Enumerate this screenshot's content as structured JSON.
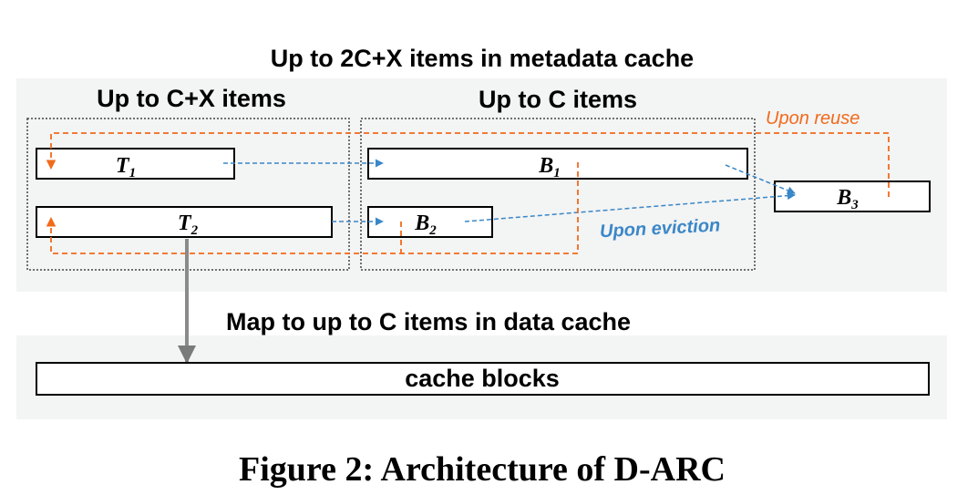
{
  "labels": {
    "top": "Up to 2C+X items in metadata cache",
    "left_group": "Up to C+X items",
    "right_group": "Up to C items",
    "data_cache": "Map to up to C items in data cache",
    "cache_blocks": "cache blocks"
  },
  "boxes": {
    "t1": {
      "letter": "T",
      "sub": "1"
    },
    "t2": {
      "letter": "T",
      "sub": "2"
    },
    "b1": {
      "letter": "B",
      "sub": "1"
    },
    "b2": {
      "letter": "B",
      "sub": "2"
    },
    "b3": {
      "letter": "B",
      "sub": "3"
    }
  },
  "annotations": {
    "reuse": "Upon reuse",
    "eviction": "Upon eviction"
  },
  "caption": "Figure 2: Architecture of D-ARC",
  "colors": {
    "reuse_arrow": "#f26a1b",
    "eviction_arrow": "#3a87c8",
    "panel_bg": "#f3f4f4"
  }
}
